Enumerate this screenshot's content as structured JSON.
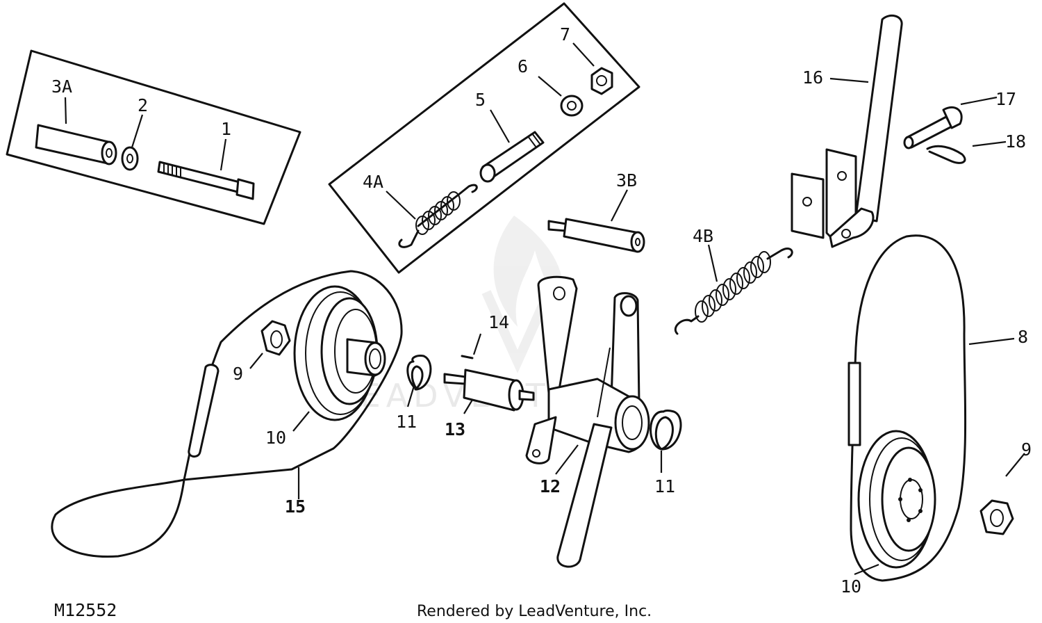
{
  "diagram_id": "M12552",
  "footer": "Rendered by LeadVenture, Inc.",
  "watermark": "LEADVENTURE",
  "callouts": {
    "c1": "1",
    "c2": "2",
    "c3a": "3A",
    "c3b": "3B",
    "c4a": "4A",
    "c4b": "4B",
    "c5": "5",
    "c6": "6",
    "c7": "7",
    "c8": "8",
    "c9a": "9",
    "c9b": "9",
    "c10a": "10",
    "c10b": "10",
    "c11a": "11",
    "c11b": "11",
    "c12": "12",
    "c13": "13",
    "c14": "14",
    "c15": "15",
    "c16": "16",
    "c17": "17",
    "c18": "18"
  }
}
